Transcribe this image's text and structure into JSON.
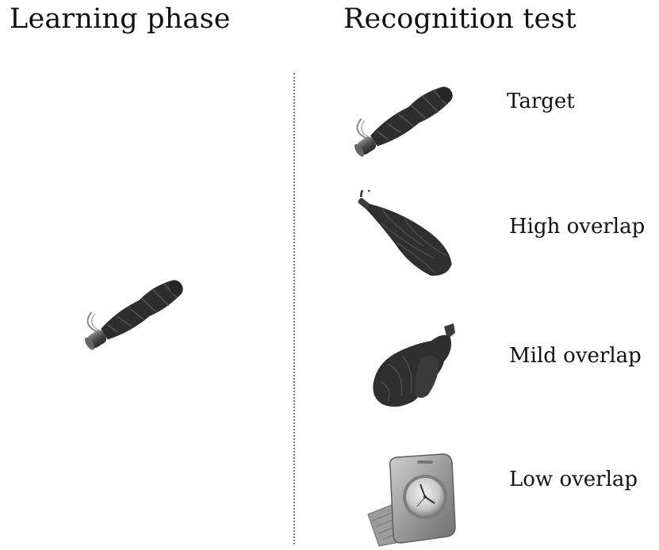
{
  "headings": {
    "learning": "Learning phase",
    "recognition": "Recognition test"
  },
  "learning_item": {
    "icon": "folded-umbrella-icon"
  },
  "test_items": [
    {
      "label": "Target",
      "icon": "folded-umbrella-icon"
    },
    {
      "label": "High overlap",
      "icon": "folded-umbrella-rotated-icon"
    },
    {
      "label": "Mild overlap",
      "icon": "mitten-icon"
    },
    {
      "label": "Low overlap",
      "icon": "travel-alarm-clock-icon"
    }
  ]
}
